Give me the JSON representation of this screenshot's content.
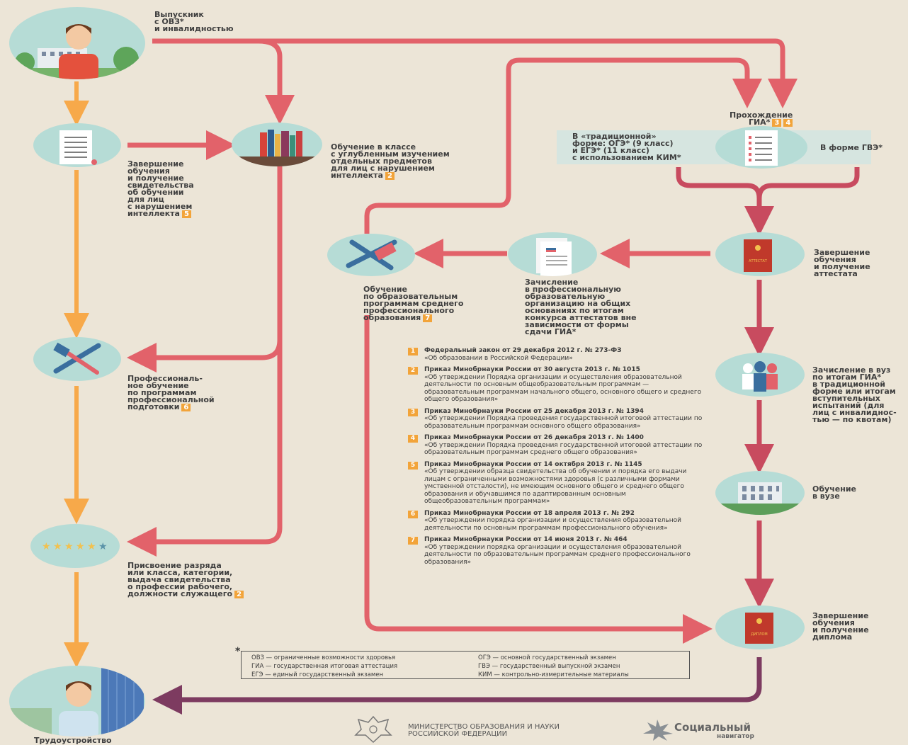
{
  "graduate": {
    "label": "Выпускник\nс ОВЗ*\nи инвалидностью"
  },
  "certificate_completion": {
    "label": "Завершение\nобучения\nи получение\nсвидетельства\nоб обучении\nдля лиц\nс нарушением\nинтеллекта",
    "ref": "5"
  },
  "special_class": {
    "label": "Обучение в классе\nс углубленным изучением\nотдельных предметов\nдля лиц с нарушением\nинтеллекта",
    "ref": "2"
  },
  "gia": {
    "label": "Прохождение\nГИА*",
    "refs": [
      "3",
      "4"
    ],
    "traditional": "В «традиционной»\nформе: ОГЭ* (9 класс)\nи ЕГЭ* (11 класс)\nс использованием КИМ*",
    "gve": "В форме ГВЭ*"
  },
  "spo": {
    "label": "Обучение\nпо образовательным\nпрограммам среднего\nпрофессионального\nобразования",
    "ref": "7"
  },
  "spo_enroll": {
    "label": "Зачисление\nв профессиональную\nобразовательную\nорганизацию на общих\nоснованиях по итогам\nконкурса аттестатов вне\nзависимости от формы\nсдачи ГИА*"
  },
  "attestat": {
    "label": "Завершение\nобучения\nи получение\nаттестата",
    "badge": "АТТЕСТАТ"
  },
  "vocational": {
    "label": "Профессиональ-\nное обучение\nпо программам\nпрофессиональной\nподготовки",
    "ref": "6"
  },
  "university_enroll": {
    "label": "Зачисление в вуз\nпо итогам ГИА*\nв традиционной\nформе или итогам\nвступительных\nиспытаний (для\nлиц с инвалиднос-\nтью — по квотам)"
  },
  "university": {
    "label": "Обучение\nв вузе"
  },
  "qualification": {
    "label": "Присвоение разряда\nили класса, категории,\nвыдача свидетельства\nо профессии рабочего,\nдолжности служащего",
    "ref": "2"
  },
  "diploma": {
    "label": "Завершение\nобучения\nи получение\nдиплома",
    "badge": "ДИПЛОМ"
  },
  "employment": {
    "label": "Трудоустройство"
  },
  "references": [
    {
      "num": "1",
      "title": "Федеральный закон от 29 декабря 2012 г. № 273-ФЗ",
      "desc": "«Об образовании в Российской Федерации»"
    },
    {
      "num": "2",
      "title": "Приказ Минобрнауки России от 30 августа 2013 г. № 1015",
      "desc": "«Об утверждении Порядка организации и осуществления образовательной деятельности по основным общеобразовательным программам — образовательным программам начального общего, основного общего и среднего общего образования»"
    },
    {
      "num": "3",
      "title": "Приказ Минобрнауки России от 25 декабря 2013 г. № 1394",
      "desc": "«Об утверждении Порядка проведения государственной итоговой аттестации по образовательным программам основного общего образования»"
    },
    {
      "num": "4",
      "title": "Приказ Минобрнауки России от 26 декабря 2013 г. № 1400",
      "desc": "«Об утверждении Порядка проведения государственной итоговой аттестации по образовательным программам среднего общего образования»"
    },
    {
      "num": "5",
      "title": "Приказ Минобрнауки России от 14 октября 2013 г. № 1145",
      "desc": "«Об утверждении образца свидетельства об обучении и порядка его выдачи лицам с ограниченными возможностями здоровья (с различными формами умственной отсталости), не имеющим основного общего и среднего общего образования и обучавшимся по адаптированным основным общеобразовательным программам»"
    },
    {
      "num": "6",
      "title": "Приказ Минобрнауки России от 18 апреля 2013 г. № 292",
      "desc": "«Об утверждении порядка организации и осуществления образовательной деятельности по основным программам профессионального обучения»"
    },
    {
      "num": "7",
      "title": "Приказ Минобрнауки России от 14 июня 2013 г. № 464",
      "desc": "«Об утверждении порядка организации и осуществления образовательной деятельности по образовательным программам среднего профессионального образования»"
    }
  ],
  "glossary": {
    "star": "*",
    "left": [
      "ОВЗ — ограниченные возможности здоровья",
      "ГИА — государственная итоговая аттестация",
      "ЕГЭ — единый государственный экзамен"
    ],
    "right": [
      "ОГЭ — основной государственный экзамен",
      "ГВЭ — государственный выпускной экзамен",
      "КИМ — контрольно-измерительные материалы"
    ]
  },
  "footer": {
    "ministry": "МИНИСТЕРСТВО ОБРАЗОВАНИЯ И НАУКИ\nРОССИЙСКОЙ ФЕДЕРАЦИИ",
    "navigator_title": "Социальный",
    "navigator_sub": "навигатор"
  },
  "colors": {
    "background": "#ece5d7",
    "red_path": "#e2626a",
    "orange_path": "#f7a94a",
    "dark_red_path": "#c84b5f",
    "plum_path": "#7d3b60",
    "node_fill": "#b6dcd6",
    "badge": "#f2a43a"
  }
}
